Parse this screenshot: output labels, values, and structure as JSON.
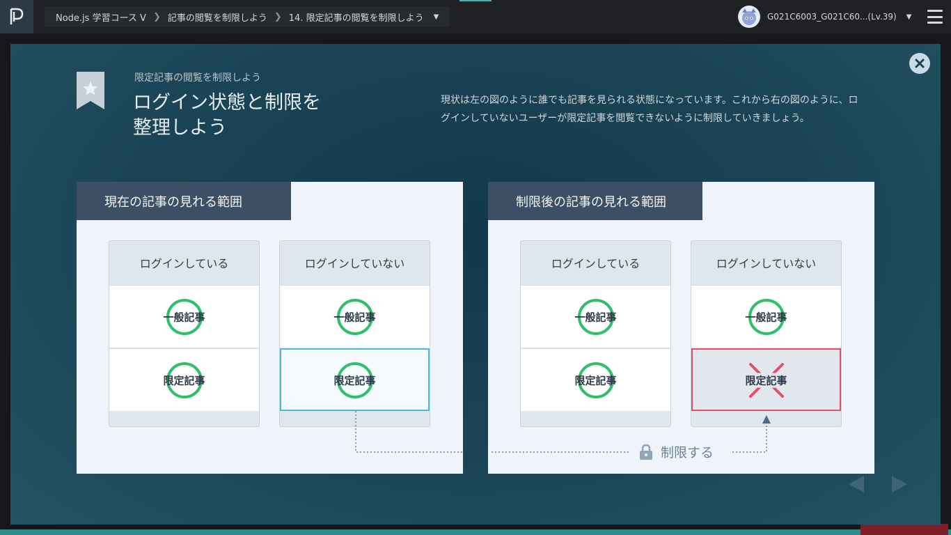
{
  "topbar": {
    "breadcrumbs": [
      "Node.js 学習コース V",
      "記事の閲覧を制限しよう",
      "14. 限定記事の閲覧を制限しよう"
    ],
    "user_name": "G021C6003_G021C60...(Lv.39)"
  },
  "modal": {
    "subtitle": "限定記事の閲覧を制限しよう",
    "title_line1": "ログイン状態と制限を",
    "title_line2": "整理しよう",
    "description": "現状は左の図のように誰でも記事を見られる状態になっています。これから右の図のように、ログインしていないユーザーが限定記事を閲覧できないように制限していきましょう。"
  },
  "diagram": {
    "left_panel_title": "現在の記事の見れる範囲",
    "right_panel_title": "制限後の記事の見れる範囲",
    "col_logged_in": "ログインしている",
    "col_logged_out": "ログインしていない",
    "general_article": "一般記事",
    "limited_article": "限定記事",
    "restrict_label": "制限する"
  },
  "colors": {
    "ok_ring": "#2fbf6a",
    "denied_x": "#e54f63",
    "highlight_blue": "#4bb9e8"
  }
}
